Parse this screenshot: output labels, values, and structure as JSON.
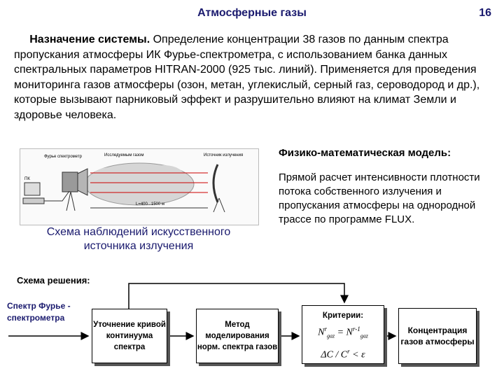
{
  "title": "Атмосферные газы",
  "page_number": "16",
  "intro": {
    "label": "Назначение системы.",
    "text": " Определение концентрации 38 газов по данным спектра пропускания атмосферы ИК Фурье-спектрометра, с использованием банка данных спектральных параметров HITRAN-2000 (925 тыс. линий). Применяется для проведения мониторинга газов атмосферы (озон, метан, углекислый, серный газ, сероводород и др.), которые вызывают парниковый эффект и  разрушительно влияют на климат Земли и здоровье человека."
  },
  "scheme": {
    "label_fourier": "Фурье спектрометр",
    "label_layer": "Исследуемым газом",
    "label_source": "Источник излучения",
    "label_pc": "ПК",
    "distance": "L=400...1500 м",
    "caption": "Схема наблюдений искусственного источника излучения"
  },
  "model": {
    "title": "Физико-математическая модель:",
    "text": "Прямой расчет интенсивности плотности потока собственного излучения и пропускания атмосферы на однородной трассе по программе FLUX."
  },
  "solution": {
    "label": "Схема решения:",
    "source": "Спектр Фурье - спектрометра",
    "box1": "Уточнение кривой континуума спектра",
    "box2": "Метод моделирования норм. спектра газов",
    "box3_title": "Критерии:",
    "box4": "Концентрация газов атмосферы"
  }
}
